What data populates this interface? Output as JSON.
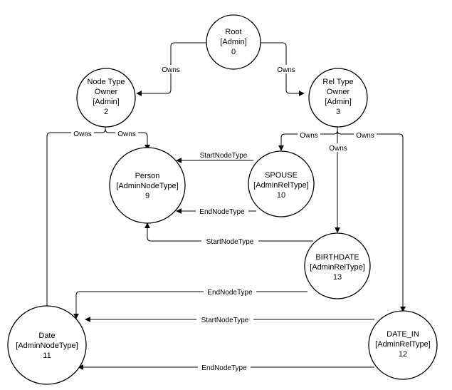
{
  "nodes": {
    "root": {
      "lines": [
        "Root",
        "[Admin]",
        "0"
      ]
    },
    "node_type_owner": {
      "lines": [
        "Node Type",
        "Owner",
        "[Admin]",
        "2"
      ]
    },
    "rel_type_owner": {
      "lines": [
        "Rel Type",
        "Owner",
        "[Admin]",
        "3"
      ]
    },
    "person": {
      "lines": [
        "Person",
        "[AdminNodeType]",
        "9"
      ]
    },
    "spouse": {
      "lines": [
        "SPOUSE",
        "[AdminRelType]",
        "10"
      ]
    },
    "birthdate": {
      "lines": [
        "BIRTHDATE",
        "[AdminRelType]",
        "13"
      ]
    },
    "date": {
      "lines": [
        "Date",
        "[AdminNodeType]",
        "11"
      ]
    },
    "date_in": {
      "lines": [
        "DATE_IN",
        "[AdminRelType]",
        "12"
      ]
    }
  },
  "edges": {
    "root_owns_node_type_owner": {
      "label": "Owns"
    },
    "root_owns_rel_type_owner": {
      "label": "Owns"
    },
    "node_type_owner_owns_date": {
      "label": "Owns"
    },
    "node_type_owner_owns_person": {
      "label": "Owns"
    },
    "rel_type_owner_owns_spouse": {
      "label": "Owns"
    },
    "rel_type_owner_owns_birthdate": {
      "label": "Owns"
    },
    "rel_type_owner_owns_date_in": {
      "label": "Owns"
    },
    "spouse_start_person": {
      "label": "StartNodeType"
    },
    "spouse_end_person": {
      "label": "EndNodeType"
    },
    "birthdate_start_person": {
      "label": "StartNodeType"
    },
    "birthdate_end_date": {
      "label": "EndNodeType"
    },
    "date_in_start_date": {
      "label": "StartNodeType"
    },
    "date_in_end_date": {
      "label": "EndNodeType"
    }
  }
}
